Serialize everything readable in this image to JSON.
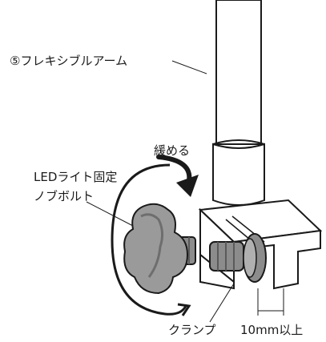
{
  "labels": {
    "arm": "⑤フレキシブルアーム",
    "loosen": "緩める",
    "knob_line1": "LEDライト固定",
    "knob_line2": "ノブボルト",
    "clamp": "クランプ",
    "min_thickness": "10mm以上"
  },
  "colors": {
    "line": "#1a1a1a",
    "fill": "#ffffff",
    "knob": "#9a9a9a",
    "knob_dark": "#6e6e6e"
  },
  "icons": {
    "rotation_arrow": "curved-arrow-icon"
  }
}
